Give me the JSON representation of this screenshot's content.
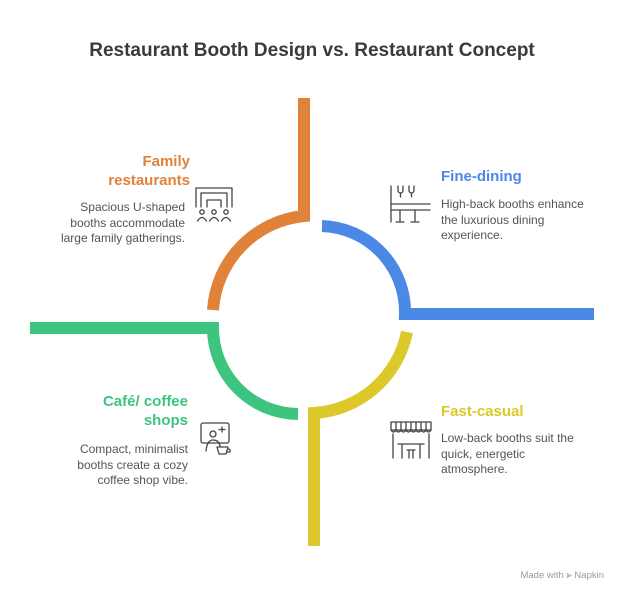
{
  "title": "Restaurant Booth Design vs. Restaurant Concept",
  "quadrants": {
    "family": {
      "title": "Family restaurants",
      "description": "Spacious U-shaped booths accommodate large family gatherings.",
      "color": "#E0823A",
      "icon": "family-booth-icon"
    },
    "fine": {
      "title": "Fine-dining",
      "description": "High-back booths enhance the luxurious dining experience.",
      "color": "#4C88E6",
      "icon": "fine-dining-bar-icon"
    },
    "cafe": {
      "title": "Café/ coffee shops",
      "description": "Compact, minimalist booths create a cozy coffee shop vibe.",
      "color": "#3DC47E",
      "icon": "coffee-shop-icon"
    },
    "fast": {
      "title": "Fast-casual",
      "description": "Low-back booths suit the quick, energetic atmosphere.",
      "color": "#DCC82A",
      "icon": "storefront-awning-icon"
    }
  },
  "credit": {
    "prefix": "Made with",
    "brand": "Napkin"
  }
}
